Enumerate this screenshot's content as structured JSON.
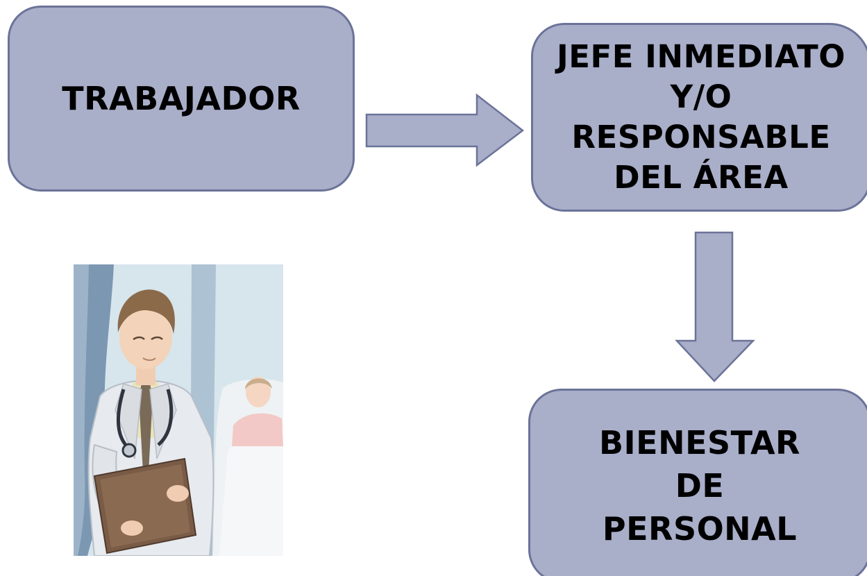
{
  "diagram": {
    "nodes": [
      {
        "id": "trabajador",
        "label": "TRABAJADOR"
      },
      {
        "id": "jefe",
        "label": "JEFE INMEDIATO\nY/O\nRESPONSABLE\nDEL ÁREA"
      },
      {
        "id": "bienestar",
        "label": "BIENESTAR\nDE\nPERSONAL"
      }
    ],
    "edges": [
      {
        "from": "trabajador",
        "to": "jefe",
        "direction": "right"
      },
      {
        "from": "jefe",
        "to": "bienestar",
        "direction": "down"
      }
    ]
  },
  "illustration": {
    "subject": "doctor-with-clipboard-icon"
  },
  "colors": {
    "box_fill": "#a9aec9",
    "box_border": "#6b7398",
    "arrow_fill": "#a9aec9",
    "arrow_border": "#6b7398"
  }
}
